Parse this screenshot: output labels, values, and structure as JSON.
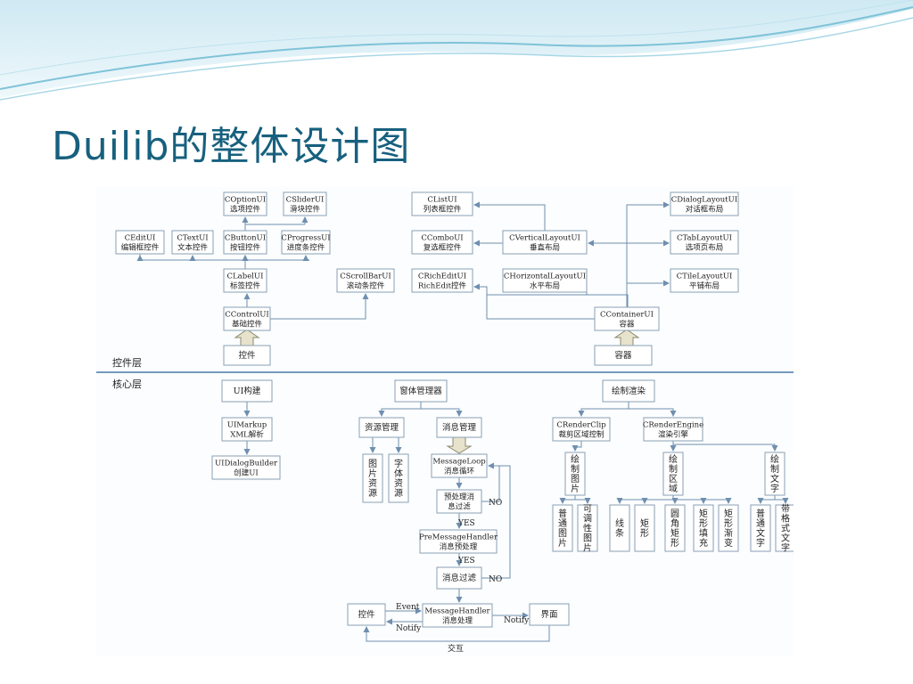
{
  "title": "Duilib的整体设计图",
  "layers": {
    "control": "控件层",
    "core": "核心层"
  },
  "boxes": {
    "coption": [
      "COptionUI",
      "选项控件"
    ],
    "cslider": [
      "CSliderUI",
      "滑块控件"
    ],
    "cedit": [
      "CEditUI",
      "编辑框控件"
    ],
    "ctext": [
      "CTextUI",
      "文本控件"
    ],
    "cbutton": [
      "CButtonUI",
      "按钮控件"
    ],
    "cprogress": [
      "CProgressUI",
      "进度条控件"
    ],
    "clabel": [
      "CLabelUI",
      "标签控件"
    ],
    "cscroll": [
      "CScrollBarUI",
      "滚动条控件"
    ],
    "ccontrol": [
      "CControlUI",
      "基础控件"
    ],
    "control": [
      "控件"
    ],
    "clist": [
      "CListUI",
      "列表框控件"
    ],
    "ccombo": [
      "CComboUI",
      "复选框控件"
    ],
    "crich": [
      "CRichEditUI",
      "RichEdit控件"
    ],
    "cvert": [
      "CVerticalLayoutUI",
      "垂直布局"
    ],
    "choriz": [
      "CHorizontalLayoutUI",
      "水平布局"
    ],
    "cdialog": [
      "CDialogLayoutUI",
      "对话框布局"
    ],
    "ctab": [
      "CTabLayoutUI",
      "选项页布局"
    ],
    "ctile": [
      "CTileLayoutUI",
      "平铺布局"
    ],
    "ccontainer": [
      "CContainerUI",
      "容器"
    ],
    "container": [
      "容器"
    ],
    "uibuild": [
      "UI构建"
    ],
    "uimarkup": [
      "UIMarkup",
      "XML解析"
    ],
    "uidialog": [
      "UIDialogBuilder",
      "创建UI"
    ],
    "winmgr": [
      "窗体管理器"
    ],
    "resmgr": [
      "资源管理"
    ],
    "msgmgr": [
      "消息管理"
    ],
    "res_pic": [
      "图",
      "片",
      "资",
      "源"
    ],
    "res_font": [
      "字",
      "体",
      "资",
      "源"
    ],
    "msgloop": [
      "MessageLoop",
      "消息循环"
    ],
    "prefilter": [
      "预处理消",
      "息过滤"
    ],
    "premsg": [
      "PreMessageHandler",
      "消息预处理"
    ],
    "msgfilter": [
      "消息过滤"
    ],
    "ctrl2": [
      "控件"
    ],
    "msghandler": [
      "MessageHandler",
      "消息处理"
    ],
    "ui": [
      "界面"
    ],
    "render": [
      "绘制渲染"
    ],
    "rclip": [
      "CRenderClip",
      "裁剪区域控制"
    ],
    "rengine": [
      "CRenderEngine",
      "渲染引擎"
    ],
    "drawpic": [
      "绘",
      "制",
      "图",
      "片"
    ],
    "drawarea": [
      "绘",
      "制",
      "区",
      "域"
    ],
    "drawtext": [
      "绘",
      "制",
      "文",
      "字"
    ],
    "normalpic": [
      "普",
      "通",
      "图",
      "片"
    ],
    "tunepic": [
      "可",
      "调",
      "性",
      "图",
      "片"
    ],
    "line": [
      "线",
      "条"
    ],
    "rect": [
      "矩",
      "形"
    ],
    "roundrect": [
      "圆",
      "角",
      "矩",
      "形"
    ],
    "rectfill": [
      "矩",
      "形",
      "填",
      "充"
    ],
    "rectgrad": [
      "矩",
      "形",
      "渐",
      "变"
    ],
    "normaltext": [
      "普",
      "通",
      "文",
      "字"
    ],
    "fmttext": [
      "带",
      "格",
      "式",
      "文",
      "字"
    ]
  },
  "edge_labels": {
    "no1": "NO",
    "no2": "NO",
    "yes1": "YES",
    "yes2": "YES",
    "event": "Event",
    "notify1": "Notify",
    "notify2": "Notify",
    "interact": "交互"
  },
  "colors": {
    "title": "#17607e",
    "box_fill": "#ffffff",
    "box_stroke": "#8aa0b4",
    "line": "#6f8faf",
    "divider": "#4a7aaa",
    "upArrow": "#e7e2cc"
  }
}
